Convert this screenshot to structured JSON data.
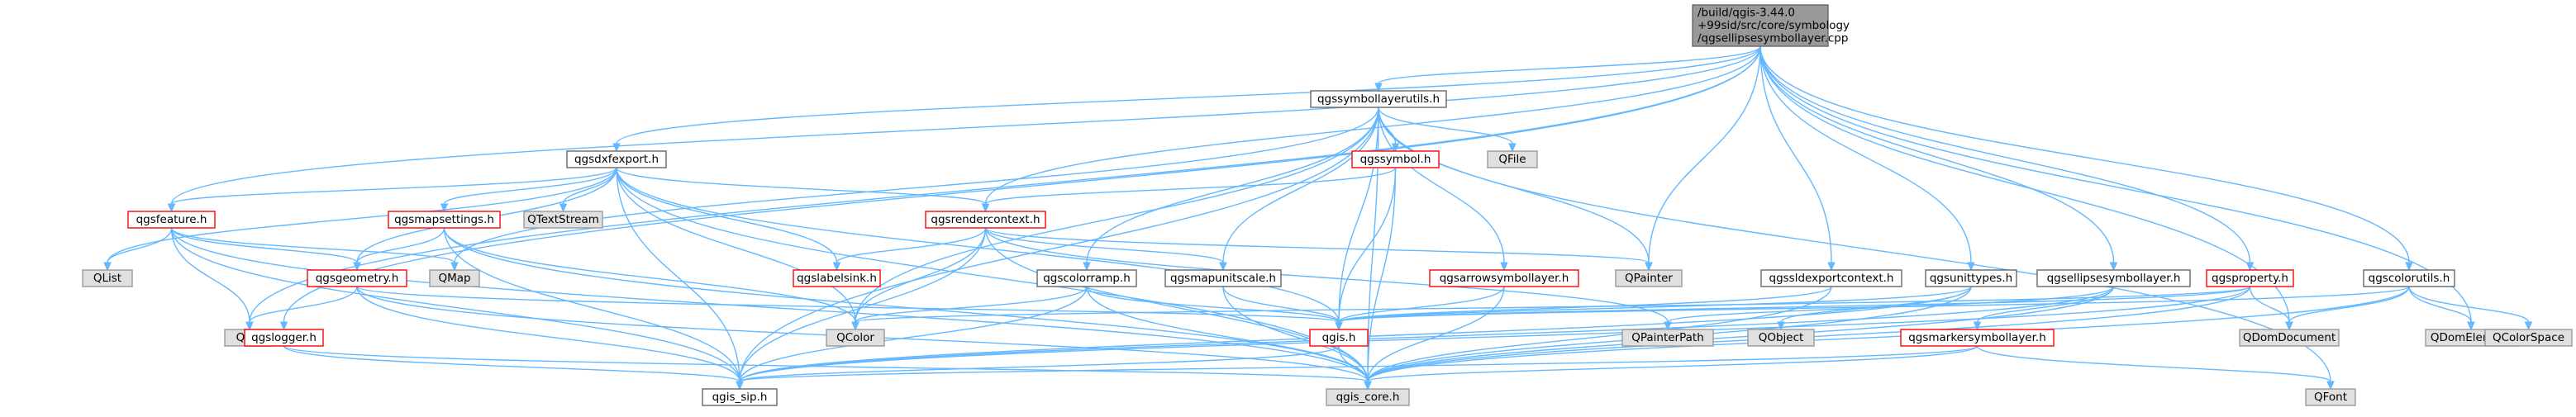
{
  "colors": {
    "root_fill": "#999999",
    "root_stroke": "#666666",
    "node_fill": "#ffffff",
    "node_stroke": "#666666",
    "truncated_stroke": "#ff0000",
    "external_fill": "#e0e0e0",
    "external_stroke": "#999999",
    "edge": "#63b8ff"
  },
  "nodes": [
    {
      "id": "root",
      "kind": "root",
      "lines": [
        "/build/qgis-3.44.0",
        "+99sid/src/core/symbology",
        "/qgsellipsesymbollayer.cpp"
      ]
    },
    {
      "id": "qgssymbollayerutils",
      "kind": "normal",
      "lines": [
        "qgssymbollayerutils.h"
      ]
    },
    {
      "id": "qgsdxfexport",
      "kind": "normal",
      "lines": [
        "qgsdxfexport.h"
      ]
    },
    {
      "id": "qgssymbol",
      "kind": "truncated",
      "lines": [
        "qgssymbol.h"
      ]
    },
    {
      "id": "QFile",
      "kind": "external",
      "lines": [
        "QFile"
      ]
    },
    {
      "id": "qgsfeature",
      "kind": "truncated",
      "lines": [
        "qgsfeature.h"
      ]
    },
    {
      "id": "qgsmapsettings",
      "kind": "truncated",
      "lines": [
        "qgsmapsettings.h"
      ]
    },
    {
      "id": "QTextStream",
      "kind": "external",
      "lines": [
        "QTextStream"
      ]
    },
    {
      "id": "qgsrendercontext",
      "kind": "truncated",
      "lines": [
        "qgsrendercontext.h"
      ]
    },
    {
      "id": "QList",
      "kind": "external",
      "lines": [
        "QList"
      ]
    },
    {
      "id": "qgsgeometry",
      "kind": "truncated",
      "lines": [
        "qgsgeometry.h"
      ]
    },
    {
      "id": "QMap",
      "kind": "external",
      "lines": [
        "QMap"
      ]
    },
    {
      "id": "qgslabelsink",
      "kind": "truncated",
      "lines": [
        "qgslabelsink.h"
      ]
    },
    {
      "id": "qgscolorramp",
      "kind": "normal",
      "lines": [
        "qgscolorramp.h"
      ]
    },
    {
      "id": "qgsmapunitscale",
      "kind": "normal",
      "lines": [
        "qgsmapunitscale.h"
      ]
    },
    {
      "id": "qgsarrowsymbollayer",
      "kind": "truncated",
      "lines": [
        "qgsarrowsymbollayer.h"
      ]
    },
    {
      "id": "QPainter",
      "kind": "external",
      "lines": [
        "QPainter"
      ]
    },
    {
      "id": "qgssldexportcontext",
      "kind": "normal",
      "lines": [
        "qgssldexportcontext.h"
      ]
    },
    {
      "id": "qgsunittypes",
      "kind": "normal",
      "lines": [
        "qgsunittypes.h"
      ]
    },
    {
      "id": "qgsellipsesymbollayer",
      "kind": "normal",
      "lines": [
        "qgsellipsesymbollayer.h"
      ]
    },
    {
      "id": "qgsproperty",
      "kind": "truncated",
      "lines": [
        "qgsproperty.h"
      ]
    },
    {
      "id": "qgscolorutils",
      "kind": "normal",
      "lines": [
        "qgscolorutils.h"
      ]
    },
    {
      "id": "QSet",
      "kind": "external",
      "lines": [
        "QSet"
      ]
    },
    {
      "id": "qgslogger",
      "kind": "truncated",
      "lines": [
        "qgslogger.h"
      ]
    },
    {
      "id": "QColor",
      "kind": "external",
      "lines": [
        "QColor"
      ]
    },
    {
      "id": "qgis",
      "kind": "truncated",
      "lines": [
        "qgis.h"
      ]
    },
    {
      "id": "QPainterPath",
      "kind": "external",
      "lines": [
        "QPainterPath"
      ]
    },
    {
      "id": "QObject",
      "kind": "external",
      "lines": [
        "QObject"
      ]
    },
    {
      "id": "qgsmarkersymbollayer",
      "kind": "truncated",
      "lines": [
        "qgsmarkersymbollayer.h"
      ]
    },
    {
      "id": "QDomDocument",
      "kind": "external",
      "lines": [
        "QDomDocument"
      ]
    },
    {
      "id": "QDomElement",
      "kind": "external",
      "lines": [
        "QDomElement"
      ]
    },
    {
      "id": "QColorSpace",
      "kind": "external",
      "lines": [
        "QColorSpace"
      ]
    },
    {
      "id": "qgis_sip",
      "kind": "normal",
      "lines": [
        "qgis_sip.h"
      ]
    },
    {
      "id": "qgis_core",
      "kind": "external",
      "lines": [
        "qgis_core.h"
      ]
    },
    {
      "id": "QFont",
      "kind": "external",
      "lines": [
        "QFont"
      ]
    }
  ],
  "edges": [
    [
      "root",
      "qgssymbollayerutils"
    ],
    [
      "root",
      "qgsdxfexport"
    ],
    [
      "root",
      "qgsfeature"
    ],
    [
      "root",
      "qgsrendercontext"
    ],
    [
      "root",
      "QPainter"
    ],
    [
      "root",
      "qgssldexportcontext"
    ],
    [
      "root",
      "qgsunittypes"
    ],
    [
      "root",
      "qgsellipsesymbollayer"
    ],
    [
      "root",
      "qgsproperty"
    ],
    [
      "root",
      "qgscolorutils"
    ],
    [
      "root",
      "QSet"
    ],
    [
      "root",
      "qgslogger"
    ],
    [
      "root",
      "QDomDocument"
    ],
    [
      "root",
      "QDomElement"
    ],
    [
      "qgssymbollayerutils",
      "qgssymbol"
    ],
    [
      "qgssymbollayerutils",
      "QFile"
    ],
    [
      "qgssymbollayerutils",
      "qgscolorramp"
    ],
    [
      "qgssymbollayerutils",
      "qgsmapunitscale"
    ],
    [
      "qgssymbollayerutils",
      "qgsarrowsymbollayer"
    ],
    [
      "qgssymbollayerutils",
      "QPainter"
    ],
    [
      "qgssymbollayerutils",
      "QMap"
    ],
    [
      "qgssymbollayerutils",
      "QColor"
    ],
    [
      "qgssymbollayerutils",
      "qgis"
    ],
    [
      "qgssymbollayerutils",
      "qgis_core"
    ],
    [
      "qgssymbollayerutils",
      "qgis_sip"
    ],
    [
      "qgssymbollayerutils",
      "QFont"
    ],
    [
      "qgsdxfexport",
      "qgsfeature"
    ],
    [
      "qgsdxfexport",
      "qgsmapsettings"
    ],
    [
      "qgsdxfexport",
      "QTextStream"
    ],
    [
      "qgsdxfexport",
      "qgsrendercontext"
    ],
    [
      "qgsdxfexport",
      "qgslabelsink"
    ],
    [
      "qgsdxfexport",
      "qgsgeometry"
    ],
    [
      "qgsdxfexport",
      "QList"
    ],
    [
      "qgsdxfexport",
      "QColor"
    ],
    [
      "qgsdxfexport",
      "qgis"
    ],
    [
      "qgsdxfexport",
      "qgis_core"
    ],
    [
      "qgsdxfexport",
      "qgis_sip"
    ],
    [
      "qgssymbol",
      "qgsrendercontext"
    ],
    [
      "qgssymbol",
      "qgis"
    ],
    [
      "qgssymbol",
      "qgis_core"
    ],
    [
      "qgsfeature",
      "QList"
    ],
    [
      "qgsfeature",
      "QMap"
    ],
    [
      "qgsfeature",
      "qgsgeometry"
    ],
    [
      "qgsfeature",
      "QSet"
    ],
    [
      "qgsfeature",
      "qgis_core"
    ],
    [
      "qgsfeature",
      "qgis_sip"
    ],
    [
      "qgsmapsettings",
      "qgsgeometry"
    ],
    [
      "qgsmapsettings",
      "QColor"
    ],
    [
      "qgsmapsettings",
      "qgis_core"
    ],
    [
      "qgsmapsettings",
      "qgis_sip"
    ],
    [
      "qgsrendercontext",
      "qgslabelsink"
    ],
    [
      "qgsrendercontext",
      "qgsmapunitscale"
    ],
    [
      "qgsrendercontext",
      "QPainter"
    ],
    [
      "qgsrendercontext",
      "QColor"
    ],
    [
      "qgsrendercontext",
      "QPainterPath"
    ],
    [
      "qgsrendercontext",
      "qgis_core"
    ],
    [
      "qgsrendercontext",
      "qgis_sip"
    ],
    [
      "qgsgeometry",
      "QSet"
    ],
    [
      "qgsgeometry",
      "qgis"
    ],
    [
      "qgsgeometry",
      "qgis_core"
    ],
    [
      "qgsgeometry",
      "qgis_sip"
    ],
    [
      "qgscolorramp",
      "QColor"
    ],
    [
      "qgscolorramp",
      "qgis"
    ],
    [
      "qgscolorramp",
      "qgis_core"
    ],
    [
      "qgscolorramp",
      "qgis_sip"
    ],
    [
      "qgsmapunitscale",
      "qgis"
    ],
    [
      "qgsmapunitscale",
      "qgis_core"
    ],
    [
      "qgsarrowsymbollayer",
      "qgis"
    ],
    [
      "qgsarrowsymbollayer",
      "qgis_core"
    ],
    [
      "qgssldexportcontext",
      "qgis"
    ],
    [
      "qgssldexportcontext",
      "qgis_core"
    ],
    [
      "qgsunittypes",
      "QObject"
    ],
    [
      "qgsunittypes",
      "qgis"
    ],
    [
      "qgsunittypes",
      "qgis_core"
    ],
    [
      "qgsunittypes",
      "qgis_sip"
    ],
    [
      "qgsellipsesymbollayer",
      "qgsmarkersymbollayer"
    ],
    [
      "qgsellipsesymbollayer",
      "QPainterPath"
    ],
    [
      "qgsellipsesymbollayer",
      "qgis_core"
    ],
    [
      "qgsellipsesymbollayer",
      "qgis_sip"
    ],
    [
      "qgsproperty",
      "QDomDocument"
    ],
    [
      "qgsproperty",
      "QColor"
    ],
    [
      "qgsproperty",
      "qgis"
    ],
    [
      "qgsproperty",
      "qgis_core"
    ],
    [
      "qgsproperty",
      "qgis_sip"
    ],
    [
      "qgscolorutils",
      "QDomElement"
    ],
    [
      "qgscolorutils",
      "QDomDocument"
    ],
    [
      "qgscolorutils",
      "QColorSpace"
    ],
    [
      "qgscolorutils",
      "qgis"
    ],
    [
      "qgscolorutils",
      "qgis_core"
    ],
    [
      "qgslogger",
      "qgis_core"
    ],
    [
      "qgslogger",
      "qgis_sip"
    ],
    [
      "qgis",
      "qgis_core"
    ],
    [
      "qgis",
      "qgis_sip"
    ],
    [
      "qgsmarkersymbollayer",
      "QFont"
    ],
    [
      "qgsmarkersymbollayer",
      "qgis_core"
    ],
    [
      "qgsmarkersymbollayer",
      "qgis_sip"
    ]
  ]
}
